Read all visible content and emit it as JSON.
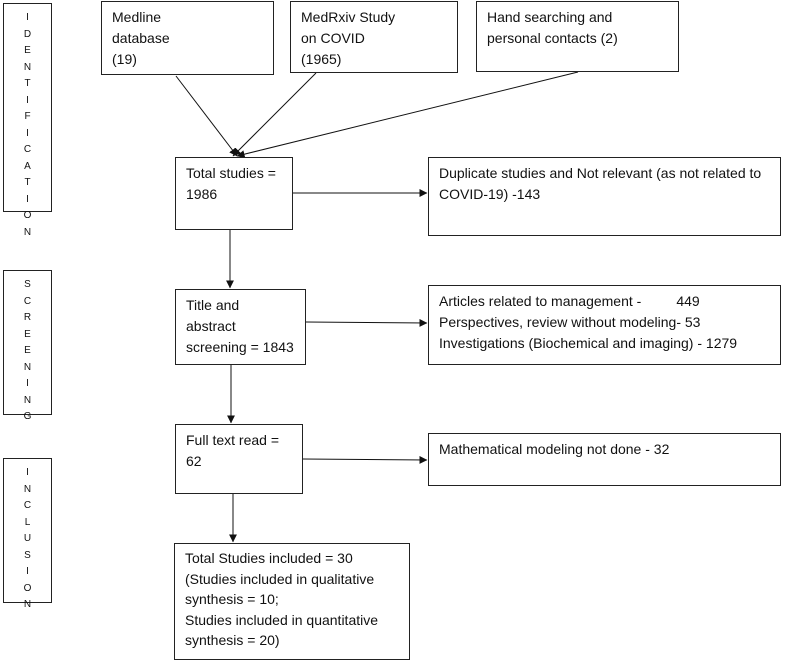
{
  "stages": [
    {
      "letters": [
        "I",
        "D",
        "E",
        "N",
        "T",
        "I",
        "F",
        "I",
        "C",
        "A",
        "T",
        "I",
        "O",
        "N"
      ]
    },
    {
      "letters": [
        "S",
        "C",
        "R",
        "E",
        "E",
        "N",
        "I",
        "N",
        "G"
      ]
    },
    {
      "letters": [
        "I",
        "N",
        "C",
        "L",
        "U",
        "S",
        "I",
        "O",
        "N"
      ]
    }
  ],
  "boxes": {
    "medline": [
      "Medline",
      "database",
      "(19)"
    ],
    "medrxiv": [
      "MedRxiv Study",
      "on COVID",
      "(1965)"
    ],
    "hand": [
      "Hand searching and",
      "personal contacts (2)"
    ],
    "total": [
      "Total studies =",
      "1986"
    ],
    "duplicate": [
      "Duplicate studies and Not relevant (as not related to",
      "COVID-19) -143"
    ],
    "screening": [
      "Title and",
      "abstract",
      "screening = 1843"
    ],
    "excluded_screening": [
      "Articles related to management -         449",
      "Perspectives, review without modeling- 53",
      "Investigations (Biochemical and imaging) - 1279"
    ],
    "fulltext": [
      "Full text read =",
      "62"
    ],
    "not_modeling": [
      "Mathematical modeling not done - 32"
    ],
    "included": [
      "Total Studies included = 30",
      "(Studies included in qualitative",
      "synthesis = 10;",
      "Studies included in quantitative",
      "synthesis = 20)"
    ]
  }
}
